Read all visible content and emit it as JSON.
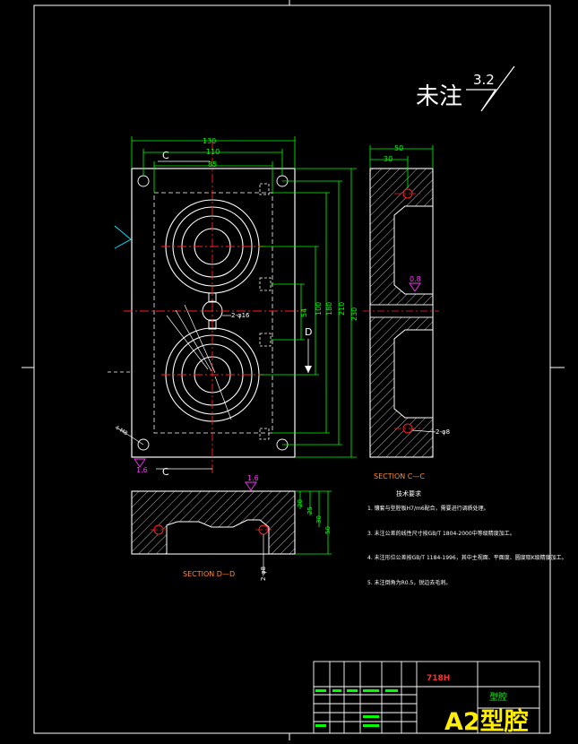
{
  "colors": {
    "background": "#000000",
    "border": "#ffffff",
    "outline": "#ffffff",
    "dimension": "#00ff00",
    "centerline": "#ff2020",
    "roughness": "#ff33ff",
    "section_label": "#ff8a2a",
    "section_arrow": "#00e5ff",
    "title_red": "#ff3030",
    "watermark": "#ffee00"
  },
  "surface_note": {
    "label": "未注",
    "value": "3.2"
  },
  "front_view": {
    "dim_overall_width": "130",
    "dim_hole_span": "110",
    "dim_inner_width": "85",
    "dim_total_height": "230",
    "dim_h_210": "210",
    "dim_h_180": "180",
    "dim_h_100": "100",
    "dim_h_54": "54",
    "hole_note": "2-φ16",
    "corner_hole_note": "4-M8",
    "roughness_left": "1.6",
    "section_mark_top": "C",
    "section_mark_bottom": "C",
    "section_mark_side": "D"
  },
  "side_view": {
    "dim_width": "50",
    "dim_offset": "30",
    "roughness_value": "0.8",
    "hole_note": "2-φ8",
    "title": "SECTION C—C"
  },
  "bottom_view": {
    "roughness_top": "1.6",
    "hole_note": "2-φ8",
    "title": "SECTION D—D",
    "dims": [
      "20",
      "25",
      "30",
      "50"
    ]
  },
  "tech_notes": {
    "heading": "技术要求",
    "items": [
      "1. 镶套与型腔板H7/m6配合，需要进行调质处理。",
      "3. 未注公差的线性尺寸按GB/T 1804-2000中等级精度加工。",
      "4. 未注形位公差按GB/T 1184-1996，其中主视面、平面度、圆度取K级精度加工。",
      "5. 未注倒角为R0.5，锐边去毛刺。"
    ]
  },
  "title_block": {
    "material": "718H",
    "part_name": "型腔",
    "watermark": "A2型腔"
  }
}
